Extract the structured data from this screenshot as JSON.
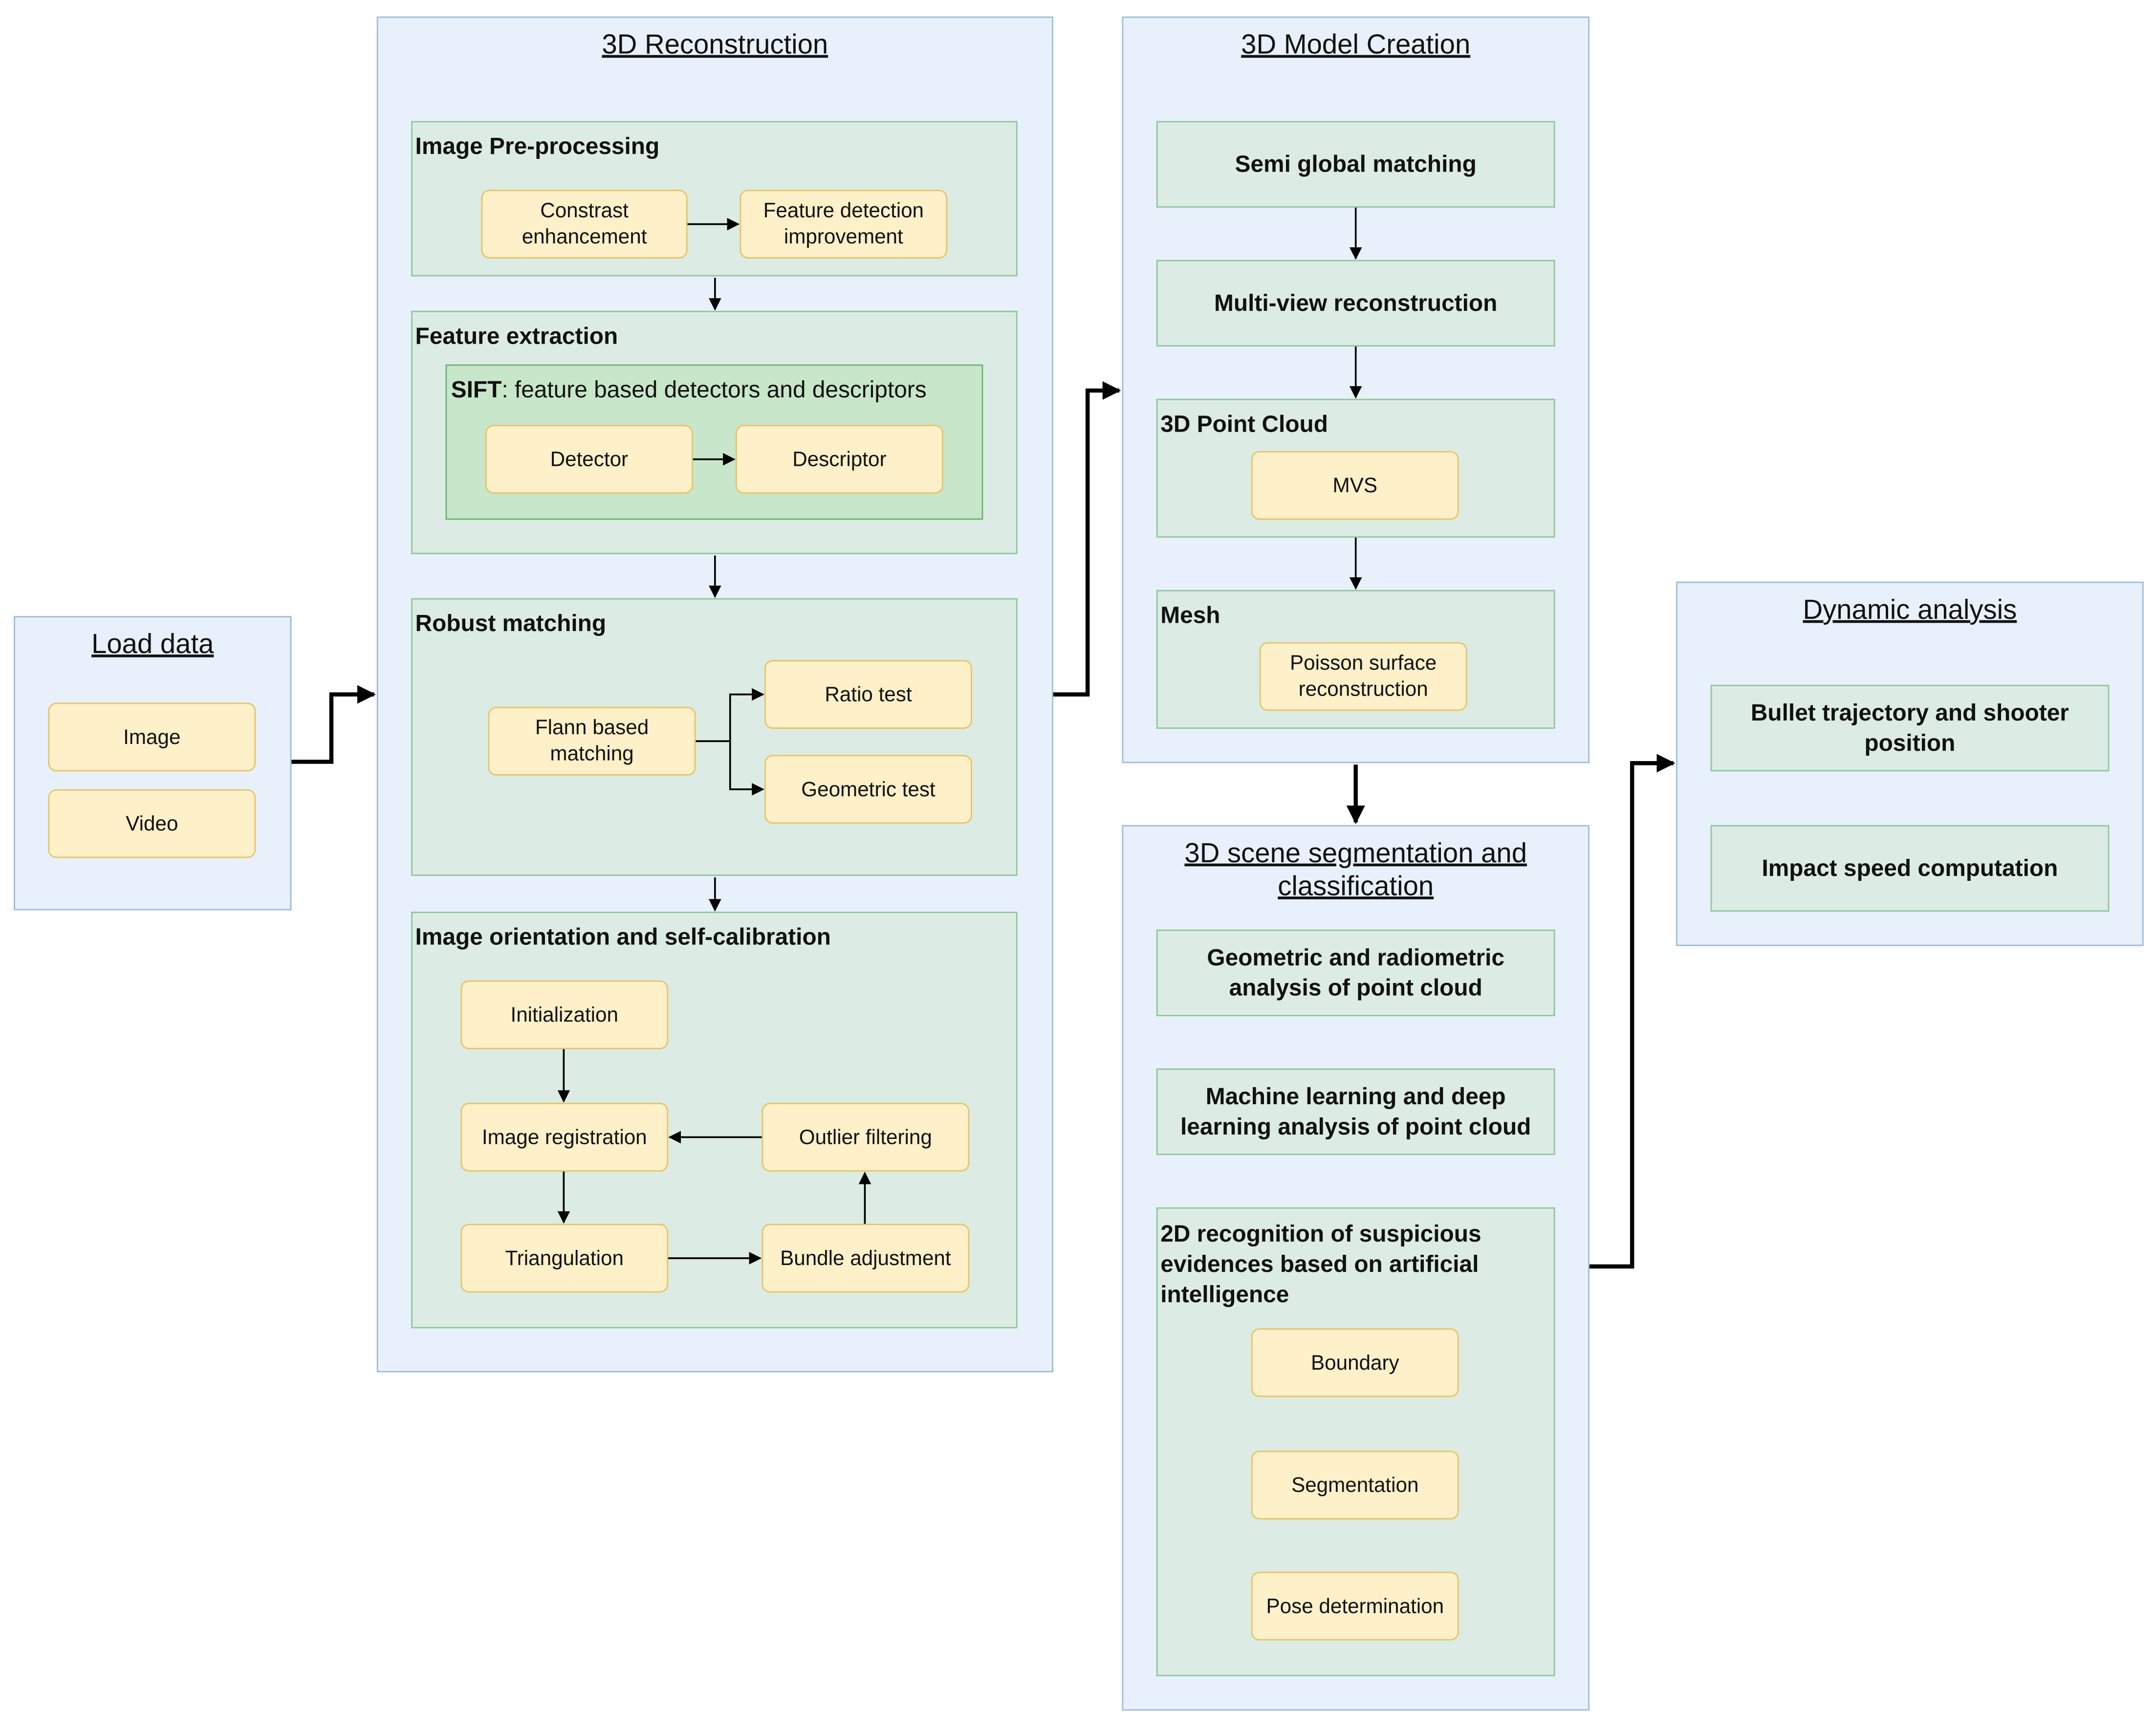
{
  "load_data": {
    "title": "Load data",
    "items": [
      "Image",
      "Video"
    ]
  },
  "recon": {
    "title": "3D Reconstruction",
    "preproc": {
      "title": "Image Pre-processing",
      "contrast": "Constrast enhancement",
      "feature_det": "Feature detection improvement"
    },
    "feature_extraction": {
      "title": "Feature extraction",
      "sift_bold": "SIFT",
      "sift_rest": ": feature based detectors and descriptors",
      "detector": "Detector",
      "descriptor": "Descriptor"
    },
    "robust": {
      "title": "Robust matching",
      "flann": "Flann based matching",
      "ratio": "Ratio test",
      "geometric": "Geometric test"
    },
    "orientation": {
      "title": "Image orientation and self-calibration",
      "init": "Initialization",
      "registration": "Image registration",
      "outlier": "Outlier filtering",
      "triangulation": "Triangulation",
      "bundle": "Bundle adjustment"
    }
  },
  "model": {
    "title": "3D Model Creation",
    "sgm": "Semi global matching",
    "multiview": "Multi-view reconstruction",
    "pointcloud": {
      "title": "3D Point Cloud",
      "mvs": "MVS"
    },
    "mesh": {
      "title": "Mesh",
      "poisson": "Poisson surface reconstruction"
    }
  },
  "segmentation": {
    "title": "3D scene segmentation and classification",
    "geometric": "Geometric and radiometric analysis of point cloud",
    "ml": "Machine learning and deep learning analysis of point cloud",
    "recognition": {
      "title": "2D recognition of suspicious evidences based on artificial intelligence",
      "boundary": "Boundary",
      "segmentation": "Segmentation",
      "pose": "Pose determination"
    }
  },
  "dynamic": {
    "title": "Dynamic analysis",
    "bullet": "Bullet trajectory and shooter position",
    "impact": "Impact speed computation"
  }
}
